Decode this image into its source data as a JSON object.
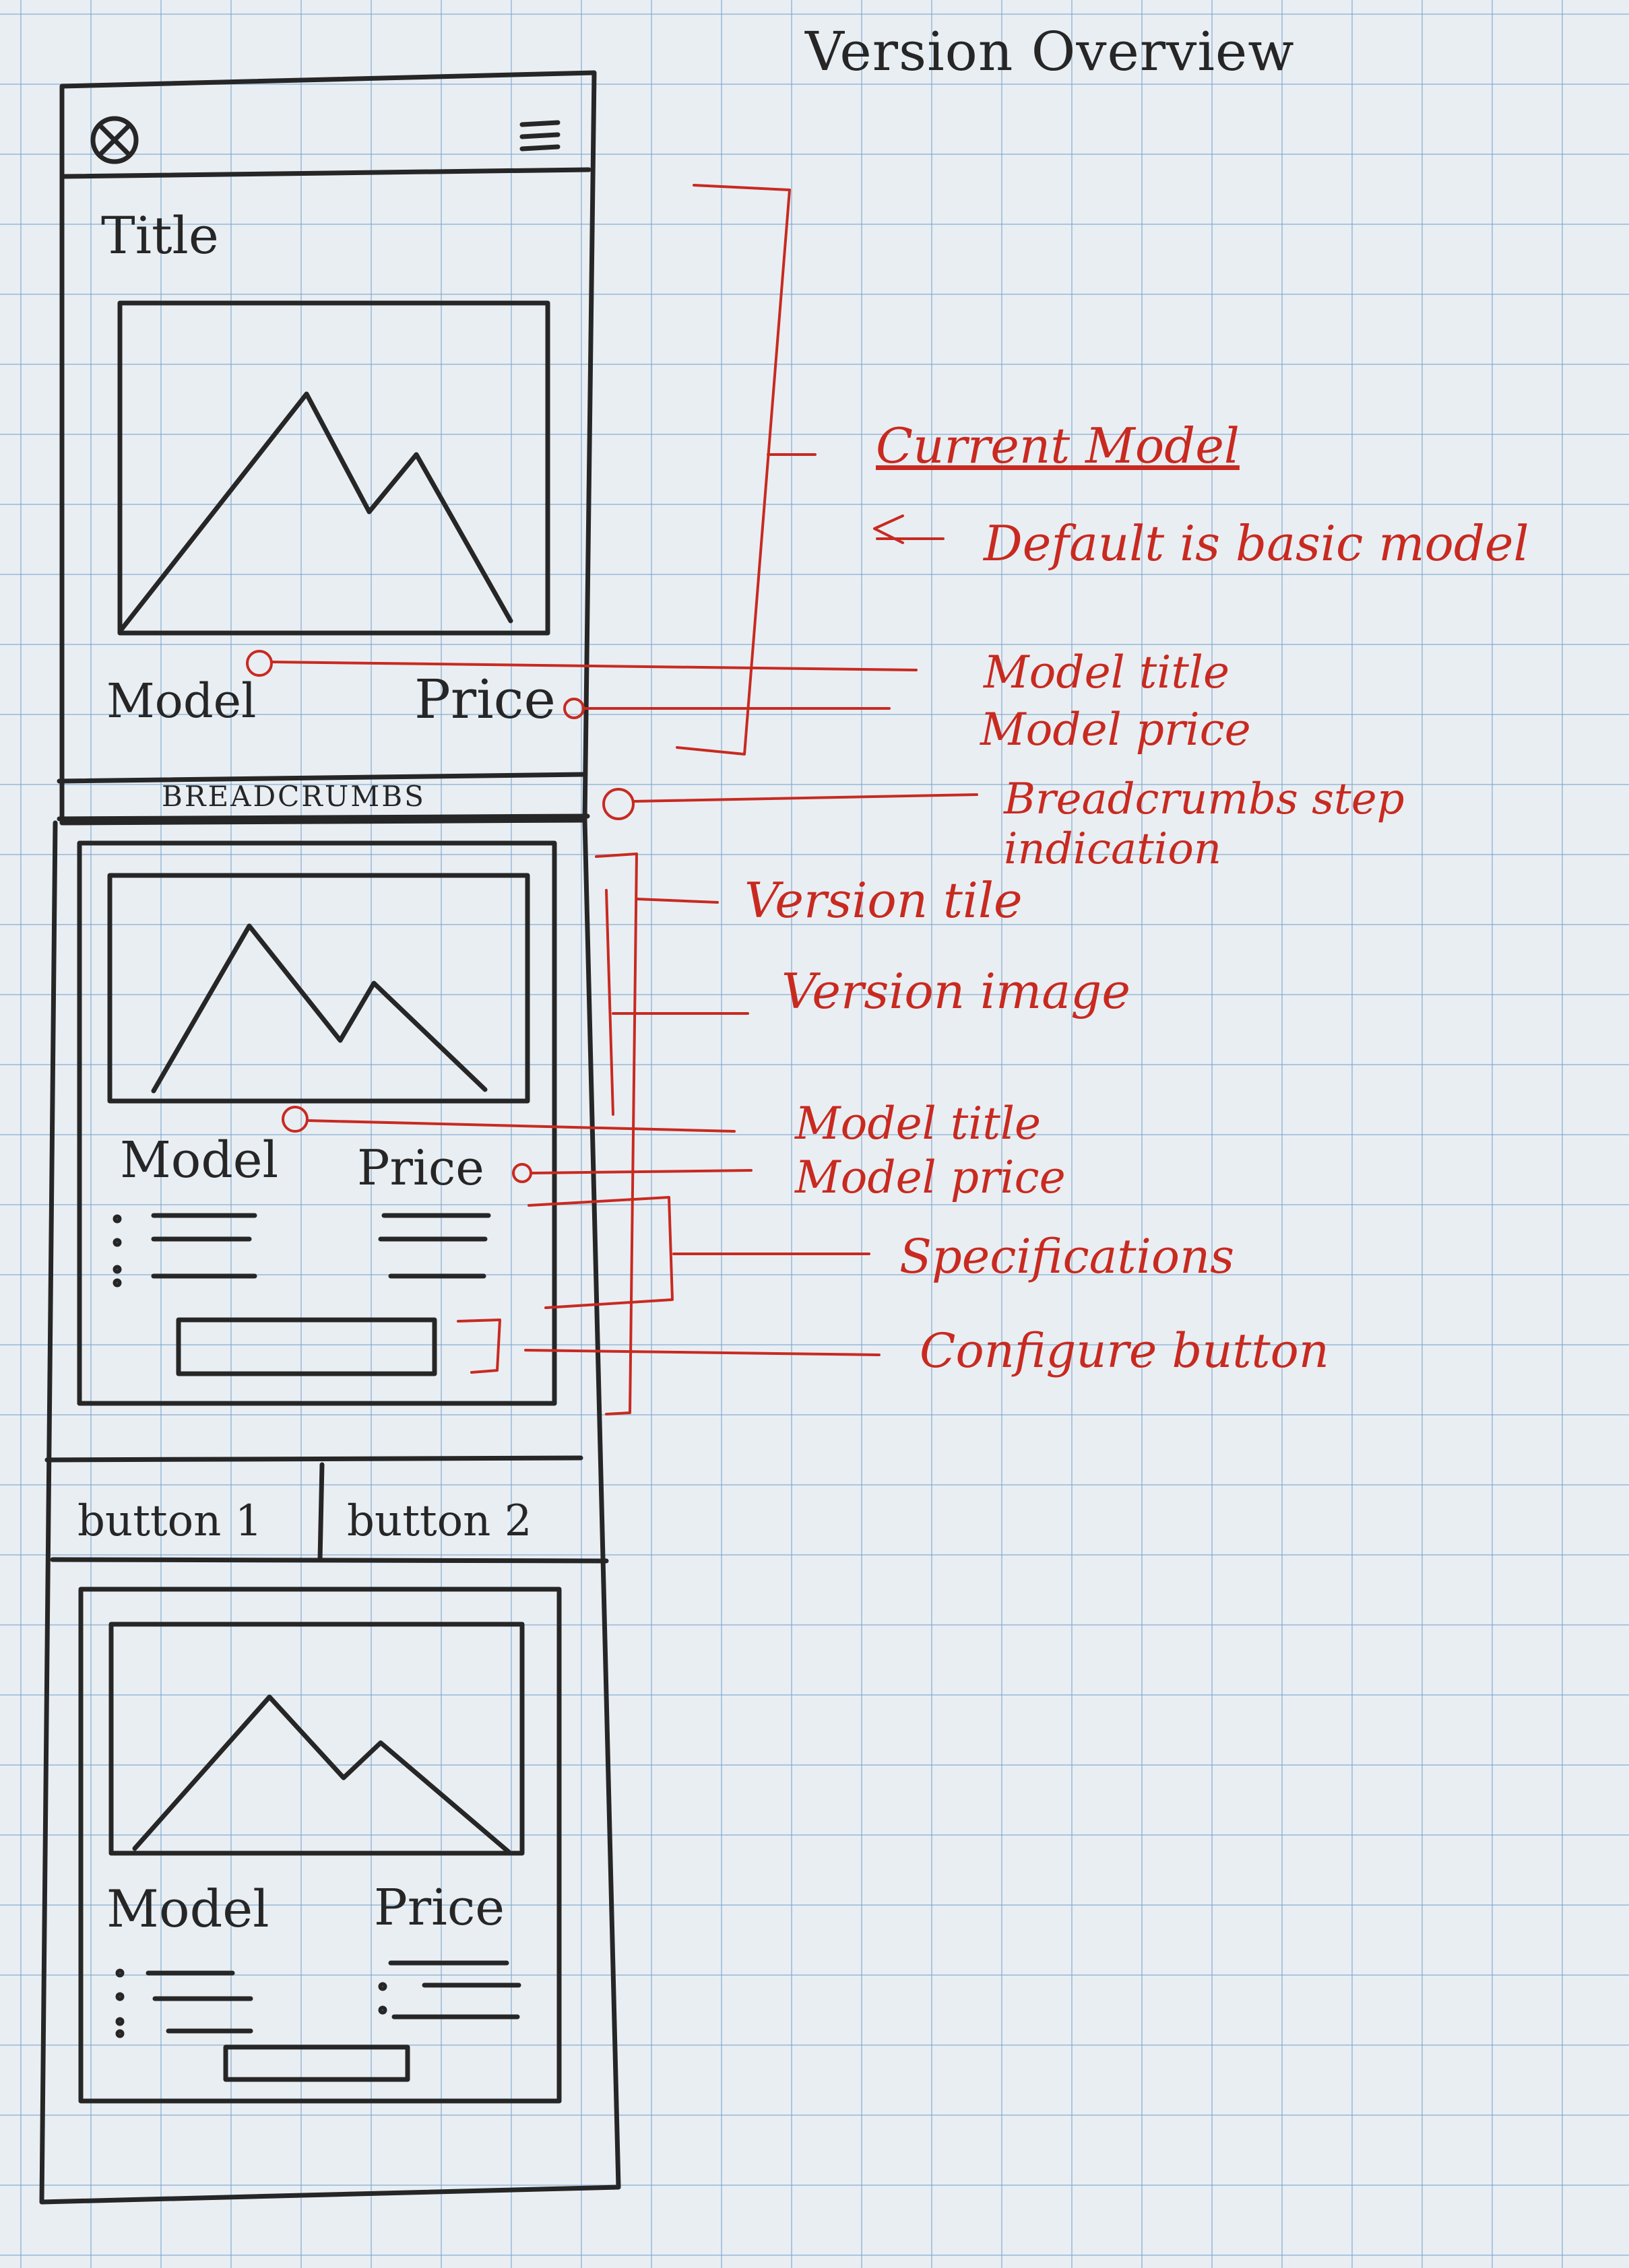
{
  "heading": "Version Overview",
  "phone": {
    "title": "Title",
    "current_model": {
      "model": "Model",
      "price": "Price"
    },
    "breadcrumbs": "BREADCRUMBS",
    "version_tile": {
      "model": "Model",
      "price": "Price"
    },
    "buttons": [
      "button 1",
      "button 2"
    ],
    "second_tile": {
      "model": "Model",
      "price": "Price"
    }
  },
  "annotations": {
    "current_model": "Current Model",
    "default_note": "Default is basic model",
    "model_title_1": "Model title",
    "model_price_1": "Model price",
    "breadcrumbs": "Breadcrumbs step indication",
    "version_tile": "Version tile",
    "version_image": "Version image",
    "model_title_2": "Model title",
    "model_price_2": "Model price",
    "specifications": "Specifications",
    "configure_button": "Configure button"
  },
  "colors": {
    "ink": "#262626",
    "annotation": "#c82a20",
    "grid": "#78a5cd",
    "paper": "#e9eef3"
  }
}
